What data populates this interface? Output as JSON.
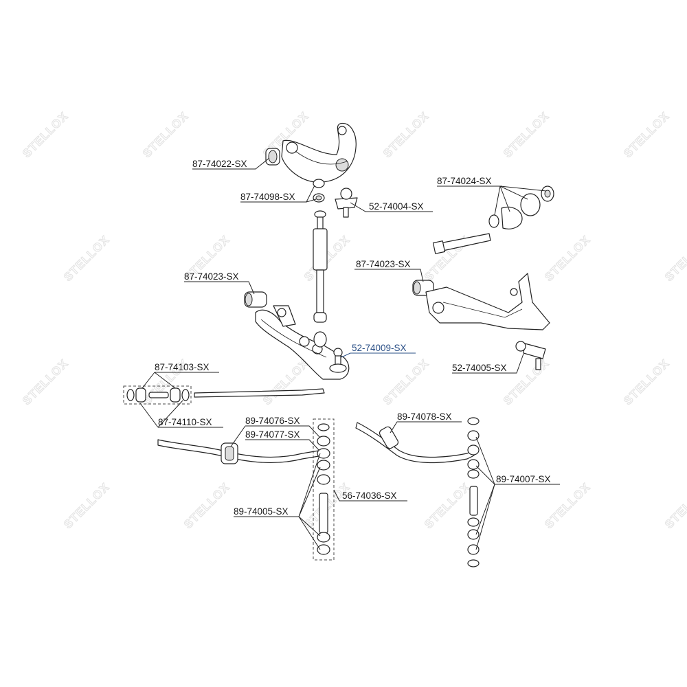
{
  "watermark": {
    "text": "STELLOX",
    "repeat": 24
  },
  "highlight_color": "#2a4f86",
  "parts": [
    {
      "key": "p87_74022",
      "label": "87-74022-SX",
      "highlighted": false
    },
    {
      "key": "p87_74098",
      "label": "87-74098-SX",
      "highlighted": false
    },
    {
      "key": "p52_74004",
      "label": "52-74004-SX",
      "highlighted": false
    },
    {
      "key": "p87_74024",
      "label": "87-74024-SX",
      "highlighted": false
    },
    {
      "key": "p87_74023_left",
      "label": "87-74023-SX",
      "highlighted": false
    },
    {
      "key": "p87_74023_right",
      "label": "87-74023-SX",
      "highlighted": false
    },
    {
      "key": "p52_74009",
      "label": "52-74009-SX",
      "highlighted": true
    },
    {
      "key": "p52_74005",
      "label": "52-74005-SX",
      "highlighted": false
    },
    {
      "key": "p87_74103",
      "label": "87-74103-SX",
      "highlighted": false
    },
    {
      "key": "p87_74110",
      "label": "87-74110-SX",
      "highlighted": false
    },
    {
      "key": "p89_74076",
      "label": "89-74076-SX",
      "highlighted": false
    },
    {
      "key": "p89_74077",
      "label": "89-74077-SX",
      "highlighted": false
    },
    {
      "key": "p89_74078",
      "label": "89-74078-SX",
      "highlighted": false
    },
    {
      "key": "p89_74007",
      "label": "89-74007-SX",
      "highlighted": false
    },
    {
      "key": "p56_74036",
      "label": "56-74036-SX",
      "highlighted": false
    },
    {
      "key": "p89_74005",
      "label": "89-74005-SX",
      "highlighted": false
    }
  ]
}
